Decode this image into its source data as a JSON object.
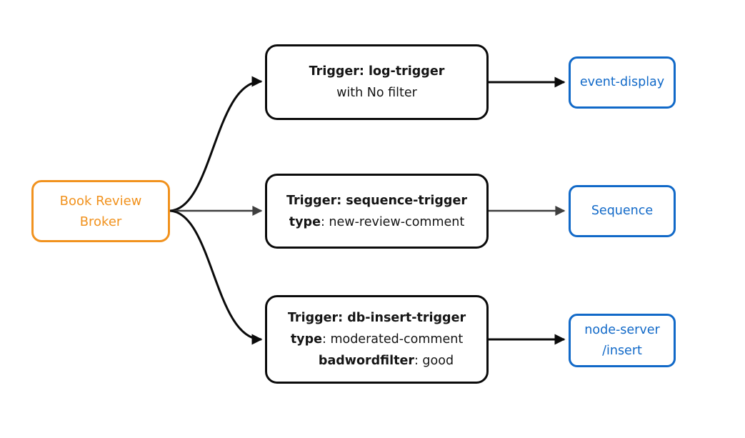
{
  "diagram": {
    "nodes": {
      "broker": {
        "lines": [
          "Book Review",
          "Broker"
        ]
      },
      "trigger_log": {
        "title": "Trigger: log-trigger",
        "subtitle": "with No filter"
      },
      "trigger_sequence": {
        "title": "Trigger: sequence-trigger",
        "attr1_key": "type",
        "attr1_value": ": new-review-comment"
      },
      "trigger_db": {
        "title": "Trigger: db-insert-trigger",
        "attr1_key": "type",
        "attr1_value": ": moderated-comment",
        "attr2_key": "badwordfilter",
        "attr2_value": ": good"
      },
      "sink_event": {
        "label": "event-display"
      },
      "sink_sequence": {
        "label": "Sequence"
      },
      "sink_node_server": {
        "lines": [
          "node-server",
          "/insert"
        ]
      }
    },
    "edges": [
      {
        "from": "broker",
        "to": "trigger_log"
      },
      {
        "from": "broker",
        "to": "trigger_sequence"
      },
      {
        "from": "broker",
        "to": "trigger_db"
      },
      {
        "from": "trigger_log",
        "to": "sink_event"
      },
      {
        "from": "trigger_sequence",
        "to": "sink_sequence"
      },
      {
        "from": "trigger_db",
        "to": "sink_node_server"
      }
    ],
    "colors": {
      "broker_accent": "#F1921E",
      "sink_accent": "#1169C8",
      "trigger_border": "#0B0B0B",
      "edge_black": "#0B0B0B",
      "edge_gray": "#3F3F3F",
      "background": "#FFFFFF"
    }
  }
}
